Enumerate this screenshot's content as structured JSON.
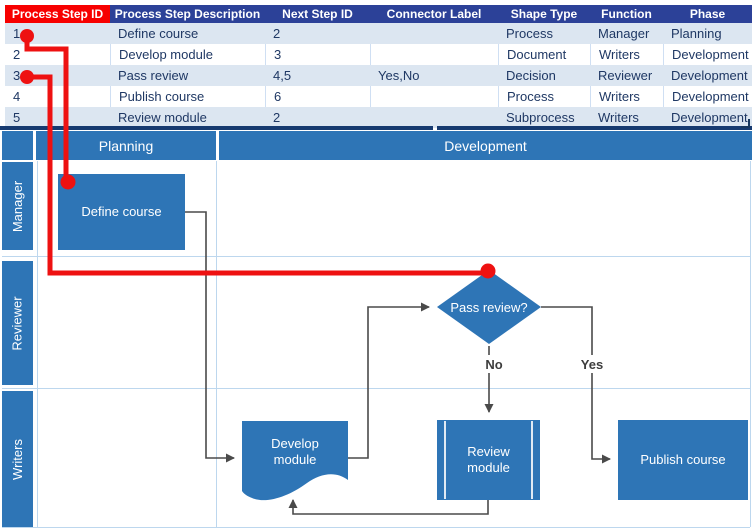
{
  "table": {
    "headers": [
      "Process Step ID",
      "Process Step Description",
      "Next Step ID",
      "Connector Label",
      "Shape Type",
      "Function",
      "Phase"
    ],
    "rows": [
      {
        "id": "1",
        "description": "Define course",
        "next": "2",
        "connector": "",
        "shape": "Process",
        "function": "Manager",
        "phase": "Planning"
      },
      {
        "id": "2",
        "description": "Develop module",
        "next": "3",
        "connector": "",
        "shape": "Document",
        "function": "Writers",
        "phase": "Development"
      },
      {
        "id": "3",
        "description": "Pass review",
        "next": "4,5",
        "connector": "Yes,No",
        "shape": "Decision",
        "function": "Reviewer",
        "phase": "Development"
      },
      {
        "id": "4",
        "description": "Publish course",
        "next": "6",
        "connector": "",
        "shape": "Process",
        "function": "Writers",
        "phase": "Development"
      },
      {
        "id": "5",
        "description": "Review module",
        "next": "2",
        "connector": "",
        "shape": "Subprocess",
        "function": "Writers",
        "phase": "Development"
      }
    ]
  },
  "diagram": {
    "phases": {
      "planning": "Planning",
      "development": "Development"
    },
    "lanes": {
      "manager": "Manager",
      "reviewer": "Reviewer",
      "writers": "Writers"
    },
    "shapes": {
      "define_course": "Define course",
      "develop_module": "Develop module",
      "pass_review": "Pass review?",
      "review_module": "Review module",
      "publish_course": "Publish course"
    },
    "connector_labels": {
      "no": "No",
      "yes": "Yes"
    }
  },
  "colors": {
    "table_header_blue": "#2C4198",
    "highlight_red": "#EE1111",
    "band_blue": "#DCE6F1",
    "shape_blue": "#2E75B6",
    "lane_line_blue": "#BDD7EE",
    "connector_gray": "#4A4A4A",
    "dark_strip_navy": "#163A70",
    "text_navy": "#1F3864"
  }
}
